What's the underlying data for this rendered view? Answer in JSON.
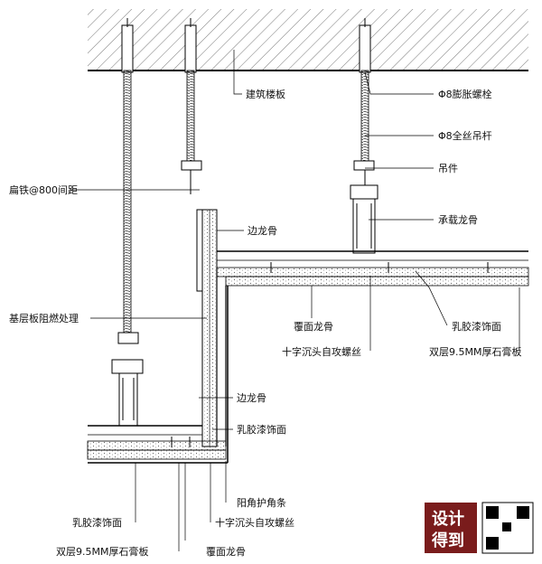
{
  "labels": {
    "floor_slab": "建筑楼板",
    "expansion_bolt": "Φ8膨胀螺栓",
    "threaded_rod": "Φ8全丝吊杆",
    "hanger": "吊件",
    "flat_iron": "扁铁@800间距",
    "main_keel": "承载龙骨",
    "edge_keel_upper": "边龙骨",
    "cover_keel_upper": "覆面龙骨",
    "latex_paint_upper": "乳胶漆饰面",
    "screw_upper": "十字沉头自攻螺丝",
    "gypsum_upper": "双层9.5MM厚石膏板",
    "fire_treatment": "基层板阻燃处理",
    "edge_keel_lower": "边龙骨",
    "latex_paint_mid": "乳胶漆饰面",
    "corner_strip": "阳角护角条",
    "latex_paint_lower": "乳胶漆饰面",
    "screw_lower": "十字沉头自攻螺丝",
    "gypsum_lower": "双层9.5MM厚石膏板",
    "cover_keel_lower": "覆面龙骨"
  },
  "watermark": {
    "line1": "设计",
    "line2": "得到",
    "logo_text": "QR"
  }
}
